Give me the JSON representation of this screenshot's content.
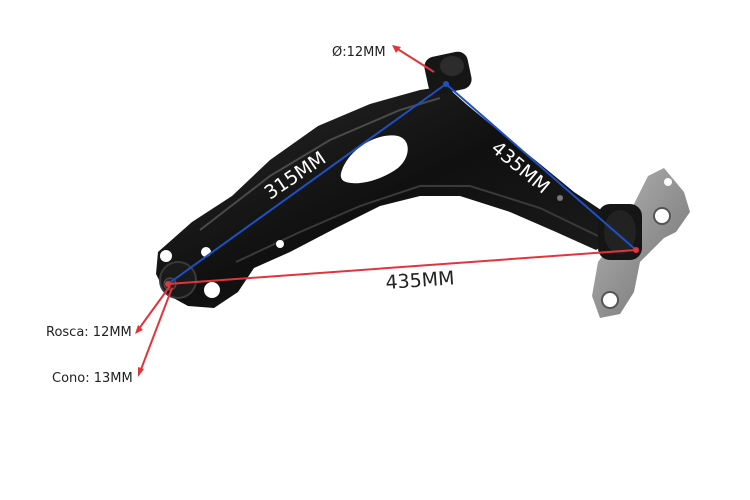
{
  "labels": {
    "diameter": "Ø:12MM",
    "length_315": "315MM",
    "length_435_blue": "435MM",
    "length_435_red": "435MM",
    "rosca": "Rosca: 12MM",
    "cono": "Cono: 13MM"
  },
  "colors": {
    "blue_line": "#1f4fc4",
    "red_line": "#e0353a",
    "arm_body": "#141414",
    "bracket": "#9a9a9a"
  },
  "icons": [
    "ball-joint-icon",
    "bushing-icon"
  ]
}
